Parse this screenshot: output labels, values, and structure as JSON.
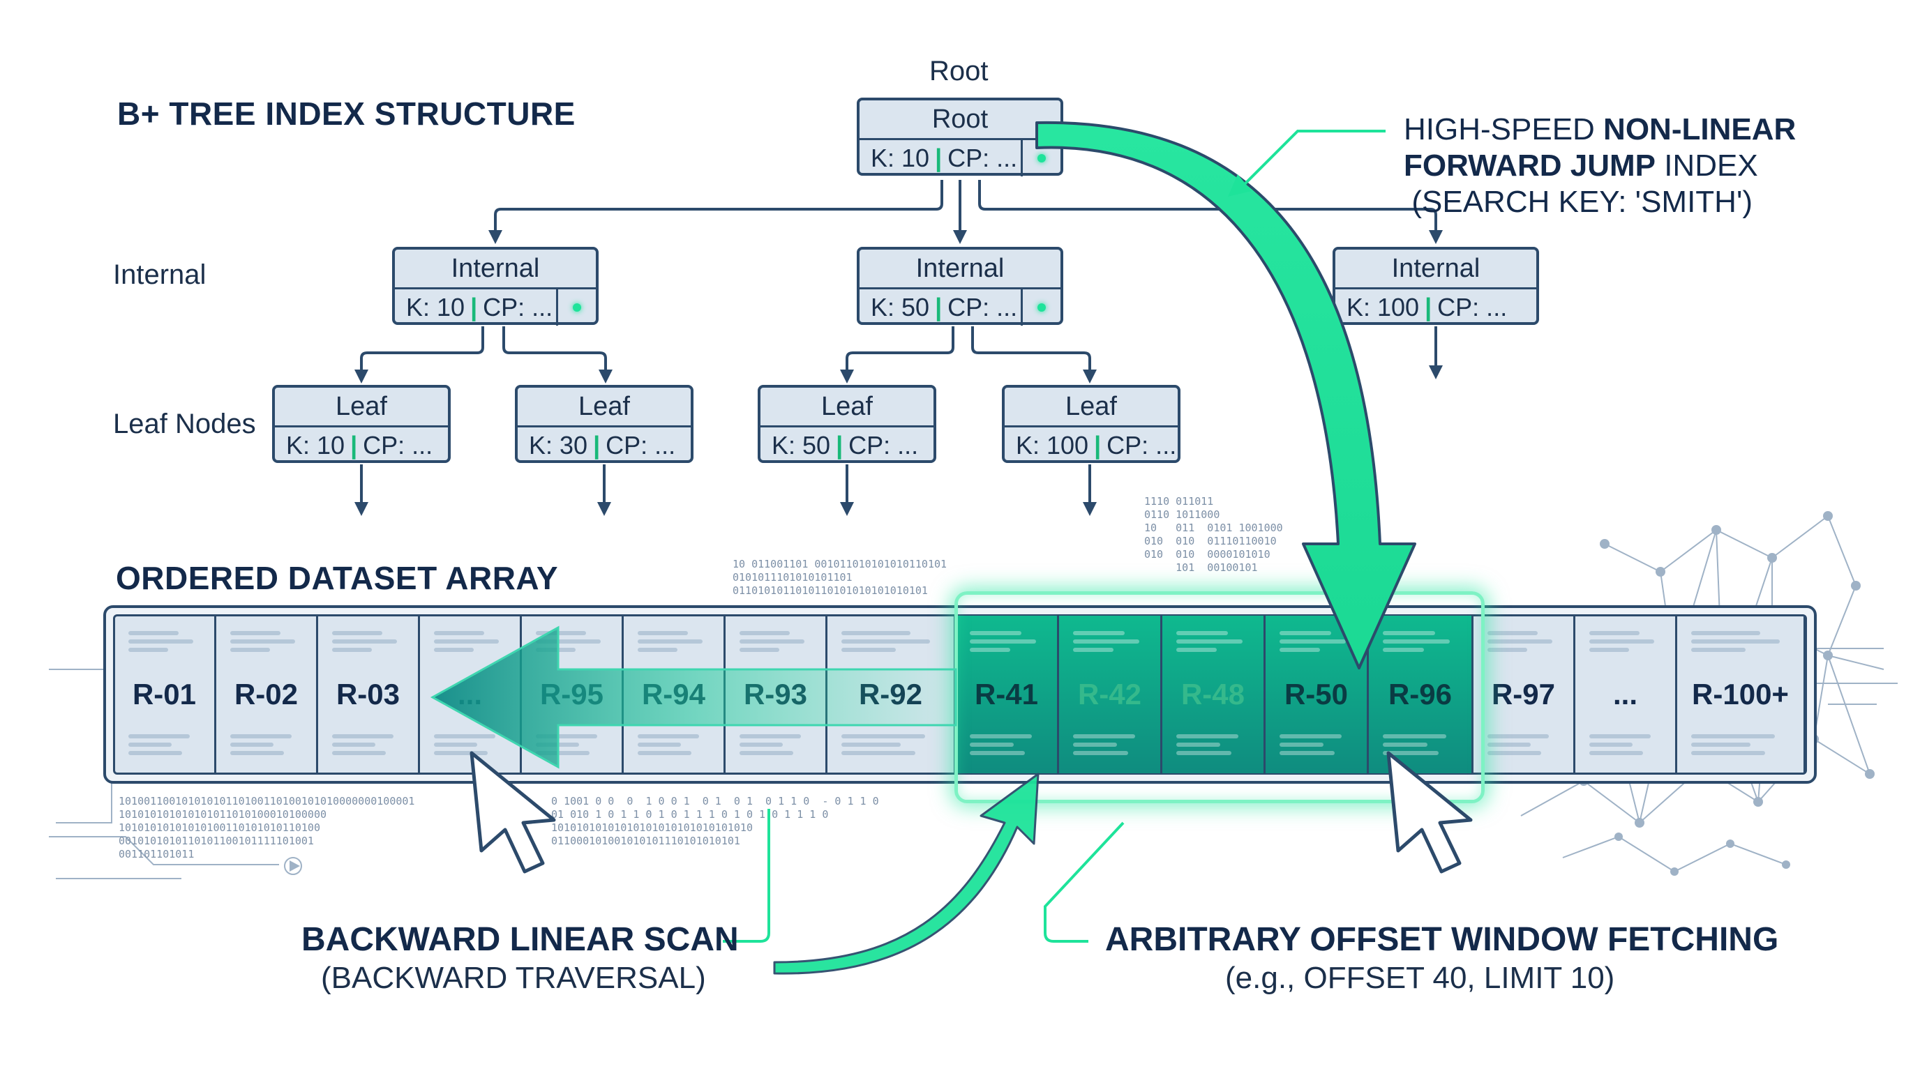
{
  "title": "B+ TREE INDEX STRUCTURE",
  "level_labels": {
    "root_top": "Root",
    "internal": "Internal",
    "leaf": "Leaf Nodes"
  },
  "nodes": {
    "root": {
      "head": "Root",
      "key": "K: 10",
      "cp": "CP: ..."
    },
    "internal": [
      {
        "head": "Internal",
        "key": "K: 10",
        "cp": "CP: ..."
      },
      {
        "head": "Internal",
        "key": "K: 50",
        "cp": "CP: ..."
      },
      {
        "head": "Internal",
        "key": "K: 100",
        "cp": "CP: ..."
      }
    ],
    "leaves": [
      {
        "head": "Leaf",
        "key": "K: 10",
        "cp": "CP: ..."
      },
      {
        "head": "Leaf",
        "key": "K: 30",
        "cp": "CP: ..."
      },
      {
        "head": "Leaf",
        "key": "K: 50",
        "cp": "CP: ..."
      },
      {
        "head": "Leaf",
        "key": "K: 100",
        "cp": "CP: ..."
      }
    ]
  },
  "jump_annotation": {
    "line1_pre": "HIGH-SPEED ",
    "line1_bold": "NON-LINEAR",
    "line2_bold": "FORWARD JUMP",
    "line2_post": " INDEX",
    "line3": "(SEARCH KEY: 'SMITH')"
  },
  "array": {
    "title": "ORDERED DATASET ARRAY",
    "cells": [
      "R-01",
      "R-02",
      "R-03",
      "...",
      "R-95",
      "R-94",
      "R-93",
      "R-92",
      "R-41",
      "R-42",
      "R-48",
      "R-50",
      "R-96",
      "R-97",
      "...",
      "R-100+"
    ]
  },
  "captions": {
    "backward_main": "BACKWARD LINEAR SCAN",
    "backward_sub": "(BACKWARD TRAVERSAL)",
    "offset_main": "ARBITRARY OFFSET WINDOW FETCHING",
    "offset_sub": "(e.g., OFFSET 40, LIMIT 10)"
  },
  "binary_text": {
    "left_block": "10100110010101010110100110100101010000000100001\n101010101010101011010100010100000\n10101010101010100110101010110100\n0010101010110101100101111101001\n001101101011",
    "mid_block": "10 011001101 001011010101010110101\n0101011101010101101\n0110101011010110101010101010101",
    "mid_low": "0 1001 0 0  0  1 0 0 1  0 1  0 1  0 1 1 0  - 0 1 1 0\n01 010 1 0 1 1 0 1 0 1 1 1 0 1 0 1 0 1 1 1 0\n10101010101010101010101010101010\n011000101001010101110101010101",
    "right_block": "1110 011011\n0110 1011000\n10   011  0101 1001000\n010  010  01110110010\n010  010  0000101010\n     101  00100101"
  },
  "colors": {
    "navy": "#2c4a6b",
    "accent_green": "#1ee39a",
    "highlight_teal": "#0f9f86",
    "cell_bg": "#dbe5ef"
  }
}
